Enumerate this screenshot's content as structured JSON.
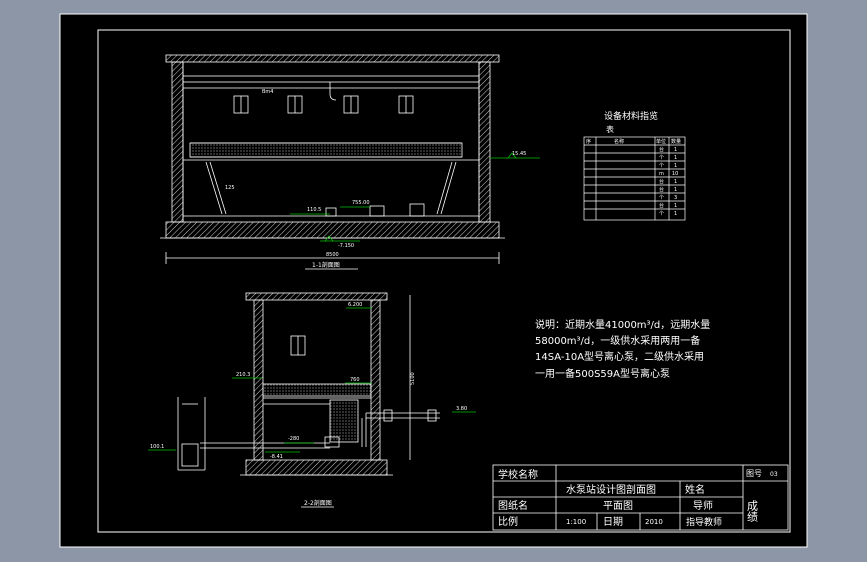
{
  "colors": {
    "viewport_bg": "#8c96a6",
    "drawing_bg": "#000000",
    "line": "#ffffff",
    "text": "#ffffff",
    "elevation_mark": "#00c000"
  },
  "section_1": {
    "title": "1-1剖面图",
    "dim_length": "8500",
    "label_left": "125",
    "label_top": "Bm4",
    "elev_right": "15.45",
    "elev_floor_1": "110.5",
    "elev_floor_2": "755.00",
    "elev_bottom": "-7.150"
  },
  "section_2": {
    "title": "2-2剖面图",
    "dim_height": "5100",
    "elev_roof": "6.200",
    "elev_mid": "760",
    "elev_left": "210.3",
    "elev_pit": "-8.41",
    "elev_inlet": "100.1",
    "elev_outlet": "3.80",
    "elev_pipe": "-280"
  },
  "equipment_table": {
    "title": "设备材料指览",
    "subtitle": "表",
    "headers": [
      "序",
      "名称",
      "单位",
      "数量"
    ],
    "units": [
      "台",
      "个",
      "个",
      "m",
      "台",
      "台",
      "个",
      "台",
      "个"
    ],
    "quantities": [
      "1",
      "1",
      "1",
      "10",
      "1",
      "1",
      "3",
      "1",
      "1"
    ]
  },
  "notes": [
    "说明：近期水量41000m³/d，远期水量",
    "58000m³/d，一级供水采用两用一备",
    "14SA-10A型号离心泵，二级供水采用",
    "一用一备500S59A型号离心泵"
  ],
  "title_block": {
    "school": "学校名称",
    "drawing_title": "水泵站设计图剖面图",
    "name_label": "姓名",
    "drawing_no_label": "图号",
    "drawing_no": "03",
    "grade": "成绩",
    "drawing_name_label": "图纸名",
    "drawing_name": "平面图",
    "teacher": "导师",
    "scale_label": "比例",
    "scale": "1:100",
    "date_label": "日期",
    "date": "2010",
    "advisor": "指导教师"
  }
}
